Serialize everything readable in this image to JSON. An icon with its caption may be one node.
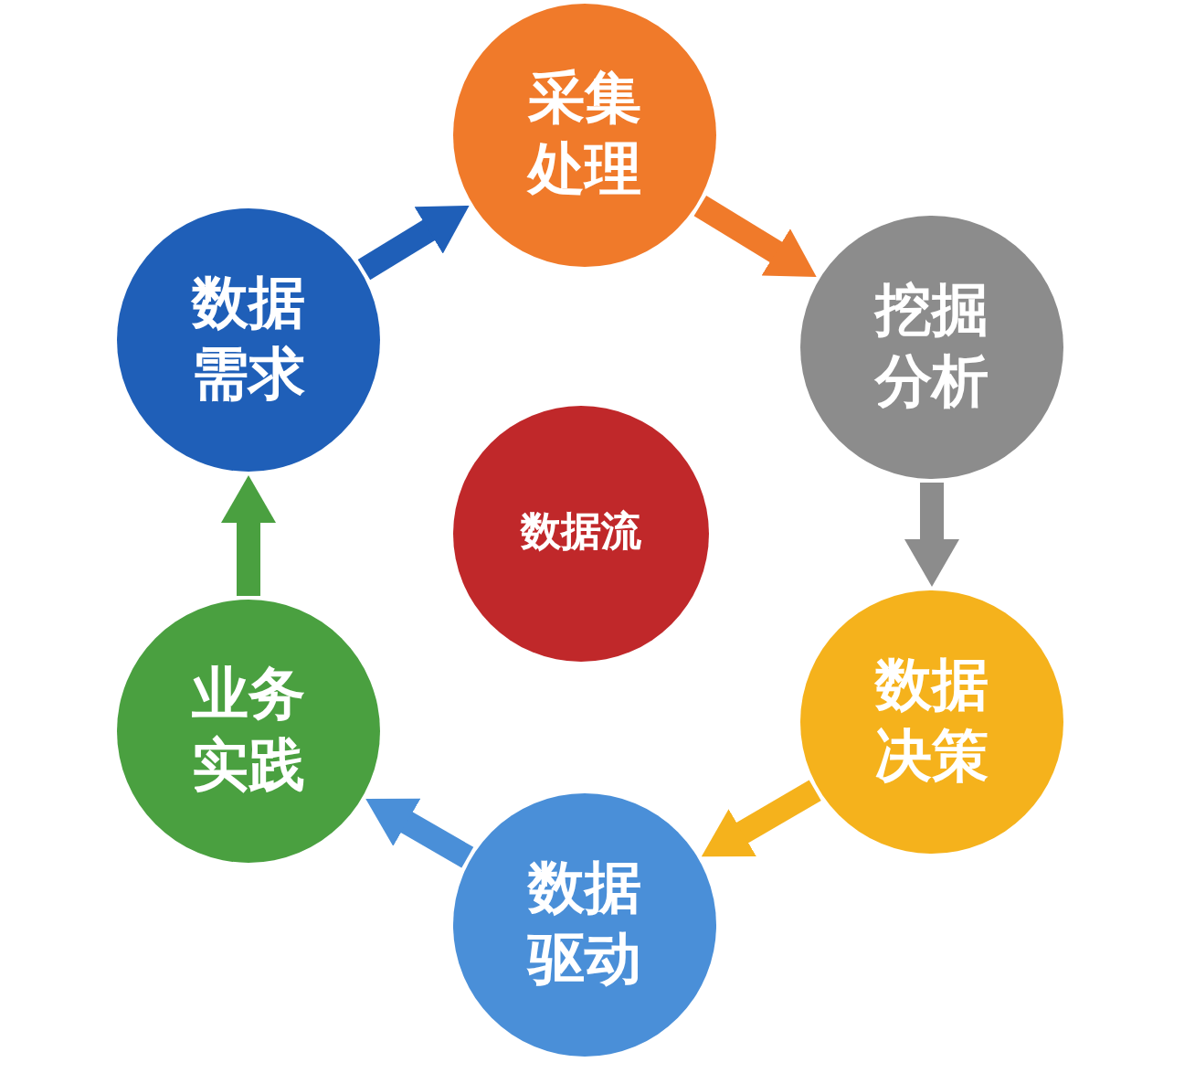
{
  "diagram": {
    "nodes": [
      {
        "text": [
          "数据流"
        ]
      },
      {
        "text": [
          "采集处理"
        ]
      },
      {
        "text": [
          "挖掘分析"
        ]
      },
      {
        "text": [
          "数据决策"
        ]
      },
      {
        "text": [
          "数据驱动"
        ]
      },
      {
        "text": [
          "业务实践"
        ]
      },
      {
        "text": [
          "数据需求"
        ]
      }
    ],
    "edges": [
      {
        "from": 6,
        "to": 1,
        "arrow": "to",
        "color": "#1f5fb8"
      },
      {
        "from": 1,
        "to": 2,
        "arrow": "to",
        "color": "#f07a2a"
      },
      {
        "from": 2,
        "to": 3,
        "arrow": "to",
        "color": "#8c8c8c"
      },
      {
        "from": 3,
        "to": 4,
        "arrow": "to",
        "color": "#f5b21c"
      },
      {
        "from": 4,
        "to": 5,
        "arrow": "to",
        "color": "#4a8fd8"
      },
      {
        "from": 5,
        "to": 6,
        "arrow": "to",
        "color": "#4aa040"
      }
    ]
  }
}
